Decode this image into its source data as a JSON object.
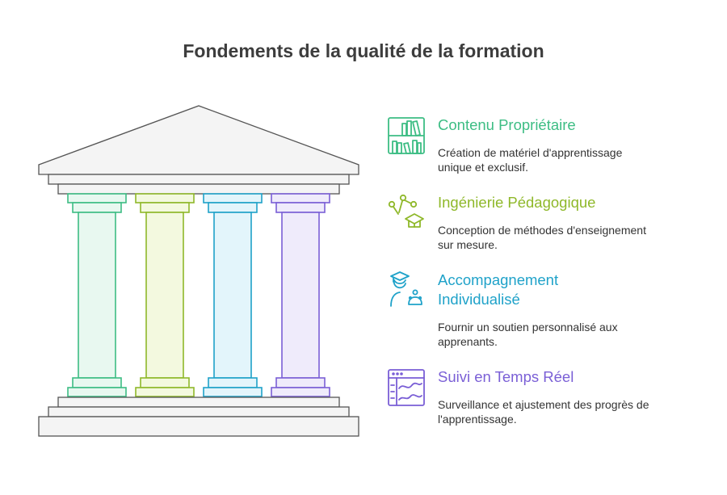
{
  "title": "Fondements de la qualité de la formation",
  "colors": {
    "green": "#3dbd84",
    "lime": "#8fb82a",
    "blue": "#1fa2c9",
    "purple": "#7a5fd6",
    "stone_fill": "#f4f4f4",
    "stone_stroke": "#555555"
  },
  "items": [
    {
      "heading": "Contenu Propriétaire",
      "description": "Création de matériel d'apprentissage unique et exclusif.",
      "icon": "bookshelf-icon"
    },
    {
      "heading": "Ingénierie Pédagogique",
      "description": "Conception de méthodes d'enseignement sur mesure.",
      "icon": "graduation-cap-network-icon"
    },
    {
      "heading": "Accompagnement Individualisé",
      "description": "Fournir un soutien personnalisé aux apprenants.",
      "icon": "mentor-student-icon"
    },
    {
      "heading": "Suivi en Temps Réel",
      "description": "Surveillance et ajustement des progrès de l'apprentissage.",
      "icon": "monitor-chart-icon"
    }
  ]
}
